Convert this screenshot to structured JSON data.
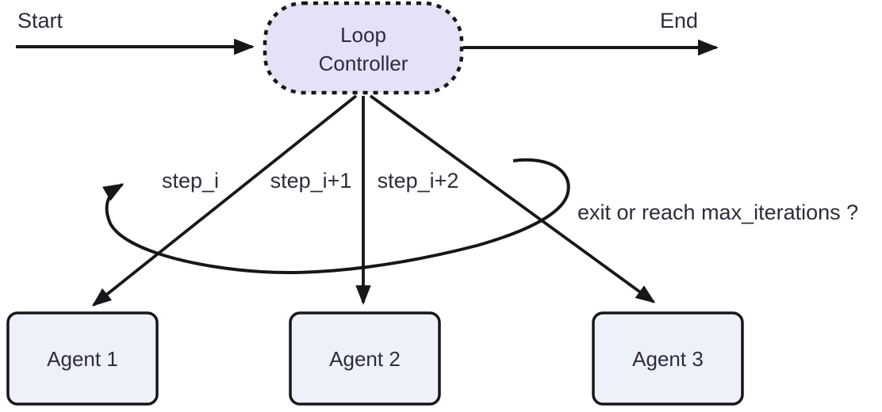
{
  "diagram": {
    "start_label": "Start",
    "end_label": "End",
    "controller": {
      "line1": "Loop",
      "line2": "Controller"
    },
    "edges": {
      "step1_label": "step_i",
      "step2_label": "step_i+1",
      "step3_label": "step_i+2",
      "loop_condition_label": "exit or reach max_iterations ?"
    },
    "agents": [
      {
        "label": "Agent 1"
      },
      {
        "label": "Agent 2"
      },
      {
        "label": "Agent 3"
      }
    ],
    "colors": {
      "controller_fill": "#e7e1f7",
      "agent_fill": "#edf1f9",
      "stroke": "#17171b",
      "text": "#2b2e39"
    }
  }
}
